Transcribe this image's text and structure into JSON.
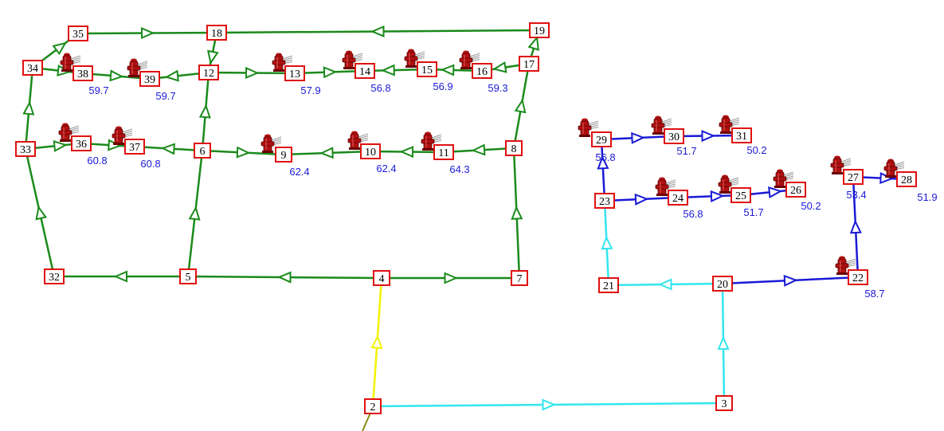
{
  "colors": {
    "pipe_green": "#1a8a1a",
    "pipe_yellow": "#f2f200",
    "pipe_cyan": "#33e6ee",
    "pipe_blue": "#1a1ad6",
    "pipe_olive": "#8a8a10",
    "node_border": "#e01010",
    "pressure_text": "#1a1ad6",
    "hydrant": "#b01010"
  },
  "icons": {
    "hydrant": "fire-hydrant-icon"
  },
  "nodes": [
    {
      "id": "2",
      "hydrant": false,
      "pressure": ""
    },
    {
      "id": "3",
      "hydrant": false,
      "pressure": ""
    },
    {
      "id": "4",
      "hydrant": false,
      "pressure": ""
    },
    {
      "id": "5",
      "hydrant": false,
      "pressure": ""
    },
    {
      "id": "6",
      "hydrant": false,
      "pressure": ""
    },
    {
      "id": "7",
      "hydrant": false,
      "pressure": ""
    },
    {
      "id": "8",
      "hydrant": false,
      "pressure": ""
    },
    {
      "id": "9",
      "hydrant": true,
      "pressure": "62.4"
    },
    {
      "id": "10",
      "hydrant": true,
      "pressure": "62.4"
    },
    {
      "id": "11",
      "hydrant": true,
      "pressure": "64.3"
    },
    {
      "id": "12",
      "hydrant": false,
      "pressure": ""
    },
    {
      "id": "13",
      "hydrant": true,
      "pressure": "57.9"
    },
    {
      "id": "14",
      "hydrant": true,
      "pressure": "56.8"
    },
    {
      "id": "15",
      "hydrant": true,
      "pressure": "56.9"
    },
    {
      "id": "16",
      "hydrant": true,
      "pressure": "59.3"
    },
    {
      "id": "17",
      "hydrant": false,
      "pressure": ""
    },
    {
      "id": "18",
      "hydrant": false,
      "pressure": ""
    },
    {
      "id": "19",
      "hydrant": false,
      "pressure": ""
    },
    {
      "id": "20",
      "hydrant": false,
      "pressure": ""
    },
    {
      "id": "21",
      "hydrant": false,
      "pressure": ""
    },
    {
      "id": "22",
      "hydrant": true,
      "pressure": "58.7"
    },
    {
      "id": "23",
      "hydrant": false,
      "pressure": ""
    },
    {
      "id": "24",
      "hydrant": true,
      "pressure": "56.8"
    },
    {
      "id": "25",
      "hydrant": true,
      "pressure": "51.7"
    },
    {
      "id": "26",
      "hydrant": true,
      "pressure": "50.2"
    },
    {
      "id": "27",
      "hydrant": true,
      "pressure": "53.4"
    },
    {
      "id": "28",
      "hydrant": true,
      "pressure": "51.9"
    },
    {
      "id": "29",
      "hydrant": true,
      "pressure": "56.8"
    },
    {
      "id": "30",
      "hydrant": true,
      "pressure": "51.7"
    },
    {
      "id": "31",
      "hydrant": true,
      "pressure": "50.2"
    },
    {
      "id": "32",
      "hydrant": false,
      "pressure": ""
    },
    {
      "id": "33",
      "hydrant": false,
      "pressure": ""
    },
    {
      "id": "34",
      "hydrant": false,
      "pressure": ""
    },
    {
      "id": "35",
      "hydrant": false,
      "pressure": ""
    },
    {
      "id": "36",
      "hydrant": true,
      "pressure": "60.8"
    },
    {
      "id": "37",
      "hydrant": true,
      "pressure": "60.8"
    },
    {
      "id": "38",
      "hydrant": true,
      "pressure": "59.7"
    },
    {
      "id": "39",
      "hydrant": true,
      "pressure": "59.7"
    }
  ],
  "pipes": [
    {
      "from": "2",
      "to": "4",
      "color": "yellow"
    },
    {
      "from": "2",
      "to": "3",
      "color": "cyan"
    },
    {
      "from": "3",
      "to": "20",
      "color": "cyan"
    },
    {
      "from": "20",
      "to": "21",
      "color": "cyan"
    },
    {
      "from": "21",
      "to": "23",
      "color": "cyan"
    },
    {
      "from": "20",
      "to": "22",
      "color": "blue"
    },
    {
      "from": "22",
      "to": "27",
      "color": "blue"
    },
    {
      "from": "27",
      "to": "28",
      "color": "blue"
    },
    {
      "from": "23",
      "to": "24",
      "color": "blue"
    },
    {
      "from": "24",
      "to": "25",
      "color": "blue"
    },
    {
      "from": "25",
      "to": "26",
      "color": "blue"
    },
    {
      "from": "23",
      "to": "29",
      "color": "blue"
    },
    {
      "from": "29",
      "to": "30",
      "color": "blue"
    },
    {
      "from": "30",
      "to": "31",
      "color": "blue"
    },
    {
      "from": "4",
      "to": "7",
      "color": "green"
    },
    {
      "from": "4",
      "to": "5",
      "color": "green"
    },
    {
      "from": "5",
      "to": "32",
      "color": "green"
    },
    {
      "from": "32",
      "to": "33",
      "color": "green"
    },
    {
      "from": "33",
      "to": "34",
      "color": "green"
    },
    {
      "from": "34",
      "to": "35",
      "color": "green"
    },
    {
      "from": "35",
      "to": "18",
      "color": "green"
    },
    {
      "from": "19",
      "to": "18",
      "color": "green"
    },
    {
      "from": "18",
      "to": "12",
      "color": "green"
    },
    {
      "from": "5",
      "to": "6",
      "color": "green"
    },
    {
      "from": "6",
      "to": "12",
      "color": "green"
    },
    {
      "from": "6",
      "to": "9",
      "color": "green"
    },
    {
      "from": "6",
      "to": "37",
      "color": "green"
    },
    {
      "from": "33",
      "to": "36",
      "color": "green"
    },
    {
      "from": "36",
      "to": "37",
      "color": "green"
    },
    {
      "from": "12",
      "to": "39",
      "color": "green"
    },
    {
      "from": "34",
      "to": "38",
      "color": "green"
    },
    {
      "from": "38",
      "to": "39",
      "color": "green"
    },
    {
      "from": "12",
      "to": "13",
      "color": "green"
    },
    {
      "from": "13",
      "to": "14",
      "color": "green"
    },
    {
      "from": "15",
      "to": "14",
      "color": "green"
    },
    {
      "from": "16",
      "to": "15",
      "color": "green"
    },
    {
      "from": "17",
      "to": "16",
      "color": "green"
    },
    {
      "from": "17",
      "to": "19",
      "color": "green"
    },
    {
      "from": "8",
      "to": "17",
      "color": "green"
    },
    {
      "from": "7",
      "to": "8",
      "color": "green"
    },
    {
      "from": "8",
      "to": "11",
      "color": "green"
    },
    {
      "from": "11",
      "to": "10",
      "color": "green"
    },
    {
      "from": "10",
      "to": "9",
      "color": "green"
    }
  ]
}
